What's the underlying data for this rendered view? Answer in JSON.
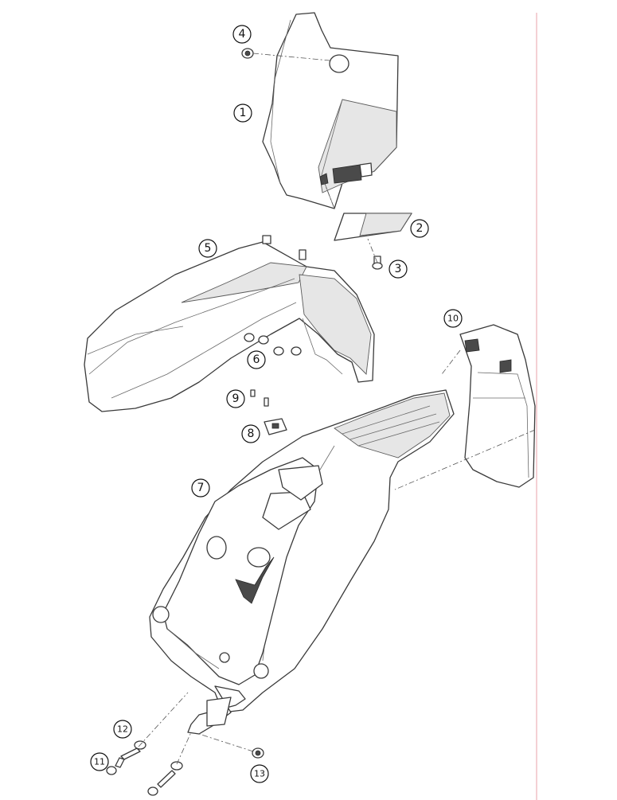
{
  "colors": {
    "line": "#3a3a3a",
    "border": "#e8a0a8",
    "shade": "#e6e6e6"
  },
  "callouts": [
    {
      "id": "1",
      "label": "1"
    },
    {
      "id": "2",
      "label": "2"
    },
    {
      "id": "3",
      "label": "3"
    },
    {
      "id": "4",
      "label": "4"
    },
    {
      "id": "5",
      "label": "5"
    },
    {
      "id": "6",
      "label": "6"
    },
    {
      "id": "7",
      "label": "7"
    },
    {
      "id": "8",
      "label": "8"
    },
    {
      "id": "9",
      "label": "9"
    },
    {
      "id": "10",
      "label": "10"
    },
    {
      "id": "11",
      "label": "11"
    },
    {
      "id": "12",
      "label": "12"
    },
    {
      "id": "13",
      "label": "13"
    }
  ]
}
